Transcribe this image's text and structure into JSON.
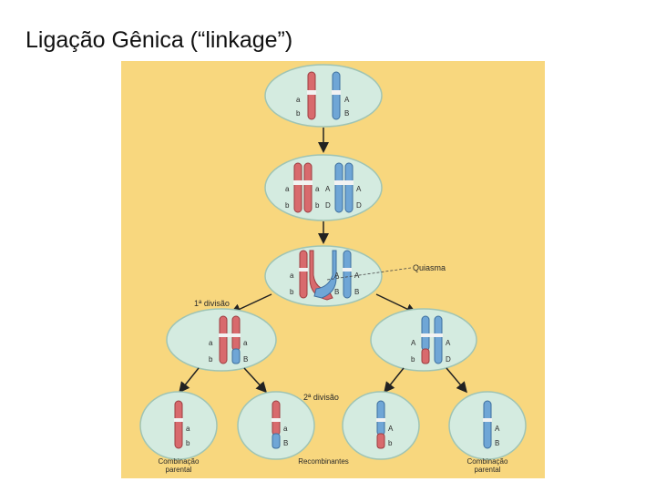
{
  "slide": {
    "title": "Ligação Gênica (“linkage”)"
  },
  "diagram": {
    "colors": {
      "background": "#f8d77e",
      "cell": "#d4ebe0",
      "red_chromosome": "#d86a6d",
      "blue_chromosome": "#6fa6d6",
      "arrow": "#222222"
    },
    "stage1": {
      "labels": [
        "a",
        "b",
        "A",
        "B"
      ]
    },
    "stage2": {
      "labels": [
        "a",
        "b",
        "a",
        "b",
        "A",
        "D",
        "A",
        "D"
      ]
    },
    "stage3": {
      "labels": [
        "a",
        "b",
        "A",
        "B",
        "A",
        "B"
      ],
      "chiasma_label": "Quiasma"
    },
    "first_division_label": "1ª divisão",
    "second_division_label": "2ª divisão",
    "left_cell": {
      "labels": [
        "a",
        "b",
        "a",
        "B"
      ]
    },
    "right_cell": {
      "labels": [
        "A",
        "b",
        "A",
        "D"
      ]
    },
    "gametes": [
      {
        "labels": [
          "a",
          "b"
        ]
      },
      {
        "labels": [
          "a",
          "B"
        ]
      },
      {
        "labels": [
          "A",
          "b"
        ]
      },
      {
        "labels": [
          "A",
          "B"
        ]
      }
    ],
    "captions": {
      "parental_left": [
        "Combinação",
        "parental"
      ],
      "recombinants": "Recombinantes",
      "parental_right": [
        "Combinação",
        "parental"
      ]
    }
  }
}
